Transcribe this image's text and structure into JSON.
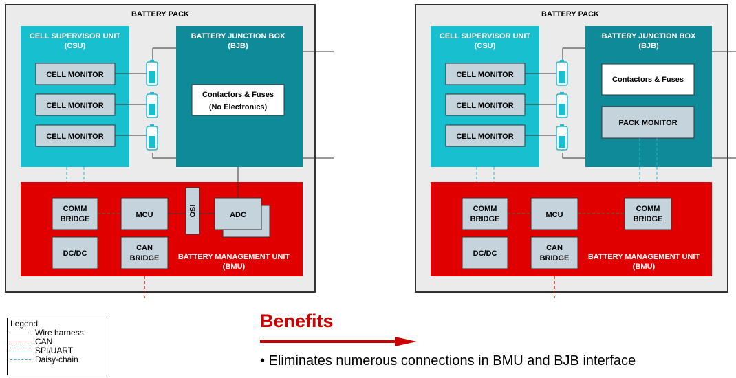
{
  "left": {
    "pack_title": "BATTERY PACK",
    "csu_title": "CELL SUPERVISOR UNIT",
    "csu_sub": "(CSU)",
    "cell_monitors": [
      "CELL MONITOR",
      "CELL MONITOR",
      "CELL MONITOR"
    ],
    "bjb_title": "BATTERY JUNCTION BOX",
    "bjb_sub": "(BJB)",
    "contactors_line1": "Contactors & Fuses",
    "contactors_line2": "(No Electronics)",
    "comm_bridge_1": "COMM",
    "comm_bridge_2": "BRIDGE",
    "mcu": "MCU",
    "iso": "ISO",
    "adc": "ADC",
    "dcdc": "DC/DC",
    "can_bridge_1": "CAN",
    "can_bridge_2": "BRIDGE",
    "bmu_title": "BATTERY MANAGEMENT UNIT",
    "bmu_sub": "(BMU)"
  },
  "right": {
    "pack_title": "BATTERY PACK",
    "csu_title": "CELL SUPERVISOR UNIT",
    "csu_sub": "(CSU)",
    "cell_monitors": [
      "CELL MONITOR",
      "CELL MONITOR",
      "CELL MONITOR"
    ],
    "bjb_title": "BATTERY JUNCTION BOX",
    "bjb_sub": "(BJB)",
    "contactors": "Contactors & Fuses",
    "pack_monitor": "PACK MONITOR",
    "comm_bridge_1": "COMM",
    "comm_bridge_2": "BRIDGE",
    "mcu": "MCU",
    "comm_bridge2_1": "COMM",
    "comm_bridge2_2": "BRIDGE",
    "dcdc": "DC/DC",
    "can_bridge_1": "CAN",
    "can_bridge_2": "BRIDGE",
    "bmu_title": "BATTERY MANAGEMENT UNIT",
    "bmu_sub": "(BMU)"
  },
  "legend": {
    "title": "Legend",
    "items": [
      {
        "label": "Wire harness",
        "color": "#000000",
        "style": "solid"
      },
      {
        "label": "CAN",
        "color": "#cc0000",
        "style": "dashed"
      },
      {
        "label": "SPI/UART",
        "color": "#2e8b57",
        "style": "dashed"
      },
      {
        "label": "Daisy-chain",
        "color": "#22b8cf",
        "style": "dashed"
      }
    ]
  },
  "benefits": {
    "title": "Benefits",
    "bullet": "• Eliminates numerous connections in BMU and BJB interface"
  },
  "colors": {
    "pack_bg": "#ebebeb",
    "csu": "#17bfcf",
    "bjb": "#0f8a99",
    "bmu": "#e00000",
    "component": "#c5d3dc",
    "accent": "#cc0000"
  }
}
